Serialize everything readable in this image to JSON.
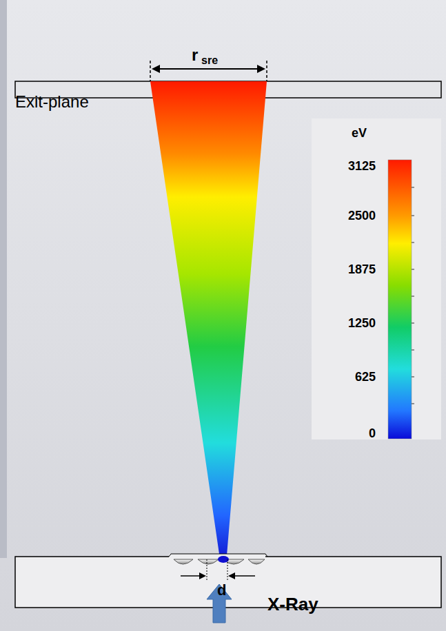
{
  "diagram": {
    "labels": [
      "r",
      "sre",
      "Exit-plane",
      "eV",
      "3125",
      "2500",
      "1875",
      "1250",
      "625",
      "0",
      "d",
      "X-Ray"
    ]
  }
}
